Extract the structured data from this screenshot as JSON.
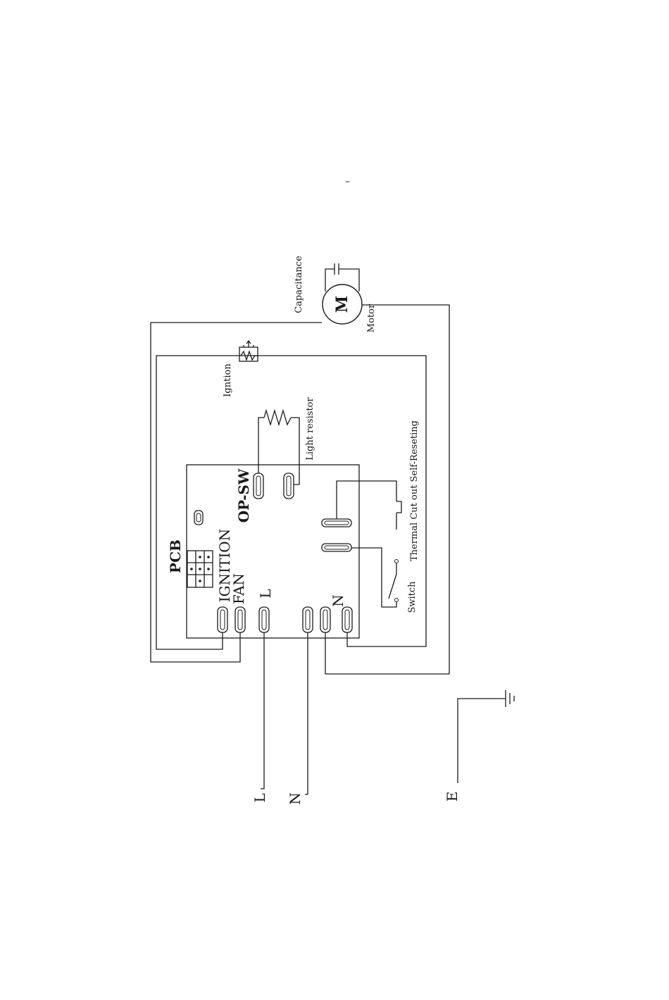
{
  "labels": {
    "pcb": "PCB",
    "ignition": "IGNITION",
    "fan": "FAN",
    "l_terminal": "L",
    "n_terminal": "N",
    "op_sw": "OP-SW",
    "light_resistor": "Light resistor",
    "ignition_part": "Igntion",
    "capacitance": "Capacitance",
    "motor": "Motor",
    "motor_symbol": "M",
    "thermal_cutout": "Thermal Cut out Self-Reseting",
    "switch": "Switch",
    "line_l": "L",
    "line_n": "N",
    "earth": "E",
    "stray_mark": "–"
  },
  "icons": {
    "ground": "ground-icon",
    "capacitor": "capacitor-icon",
    "resistor": "resistor-icon",
    "igniter": "igniter-icon",
    "motor": "motor-icon"
  }
}
